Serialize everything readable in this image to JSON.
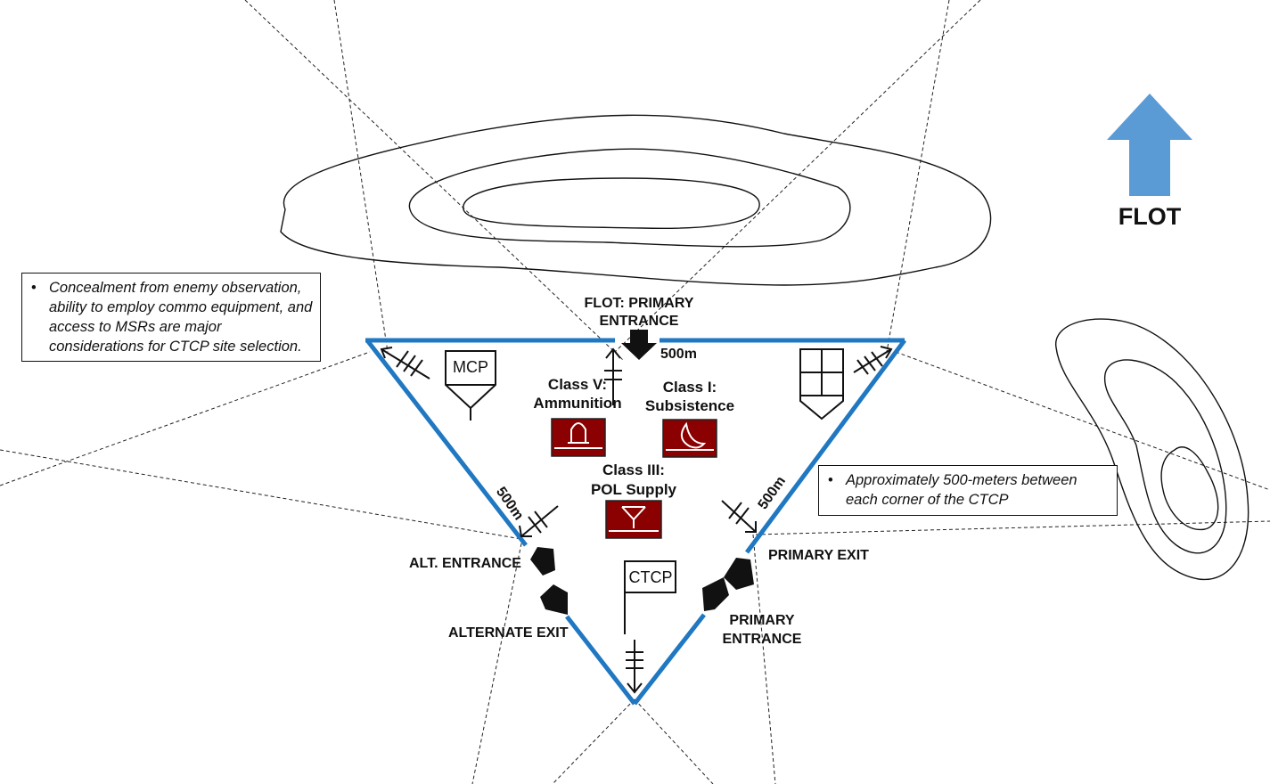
{
  "flot_arrow": {
    "label": "FLOT",
    "color": "#5b9bd5"
  },
  "perimeter_color": "#1f78c1",
  "entrances": {
    "flot_primary": "FLOT: PRIMARY ENTRANCE",
    "flot_primary_line1": "FLOT: PRIMARY",
    "flot_primary_line2": "ENTRANCE",
    "alt_entrance": "ALT. ENTRANCE",
    "alternate_exit": "ALTERNATE EXIT",
    "primary_exit": "PRIMARY EXIT",
    "primary_entrance_line1": "PRIMARY",
    "primary_entrance_line2": "ENTRANCE"
  },
  "distances": {
    "top": "500m",
    "left": "500m",
    "right": "500m"
  },
  "symbols": {
    "mcp": "MCP",
    "ctcp": "CTCP",
    "class_v_line1": "Class V:",
    "class_v_line2": "Ammunition",
    "class_i_line1": "Class I:",
    "class_i_line2": "Subsistence",
    "class_iii_line1": "Class III:",
    "class_iii_line2": "POL Supply",
    "supply_color": "#8b0000"
  },
  "notes": {
    "left": "Concealment from enemy observation, ability to employ commo equipment, and access to MSRs are major considerations for CTCP site selection.",
    "right": "Approximately 500-meters between each corner of the CTCP"
  }
}
